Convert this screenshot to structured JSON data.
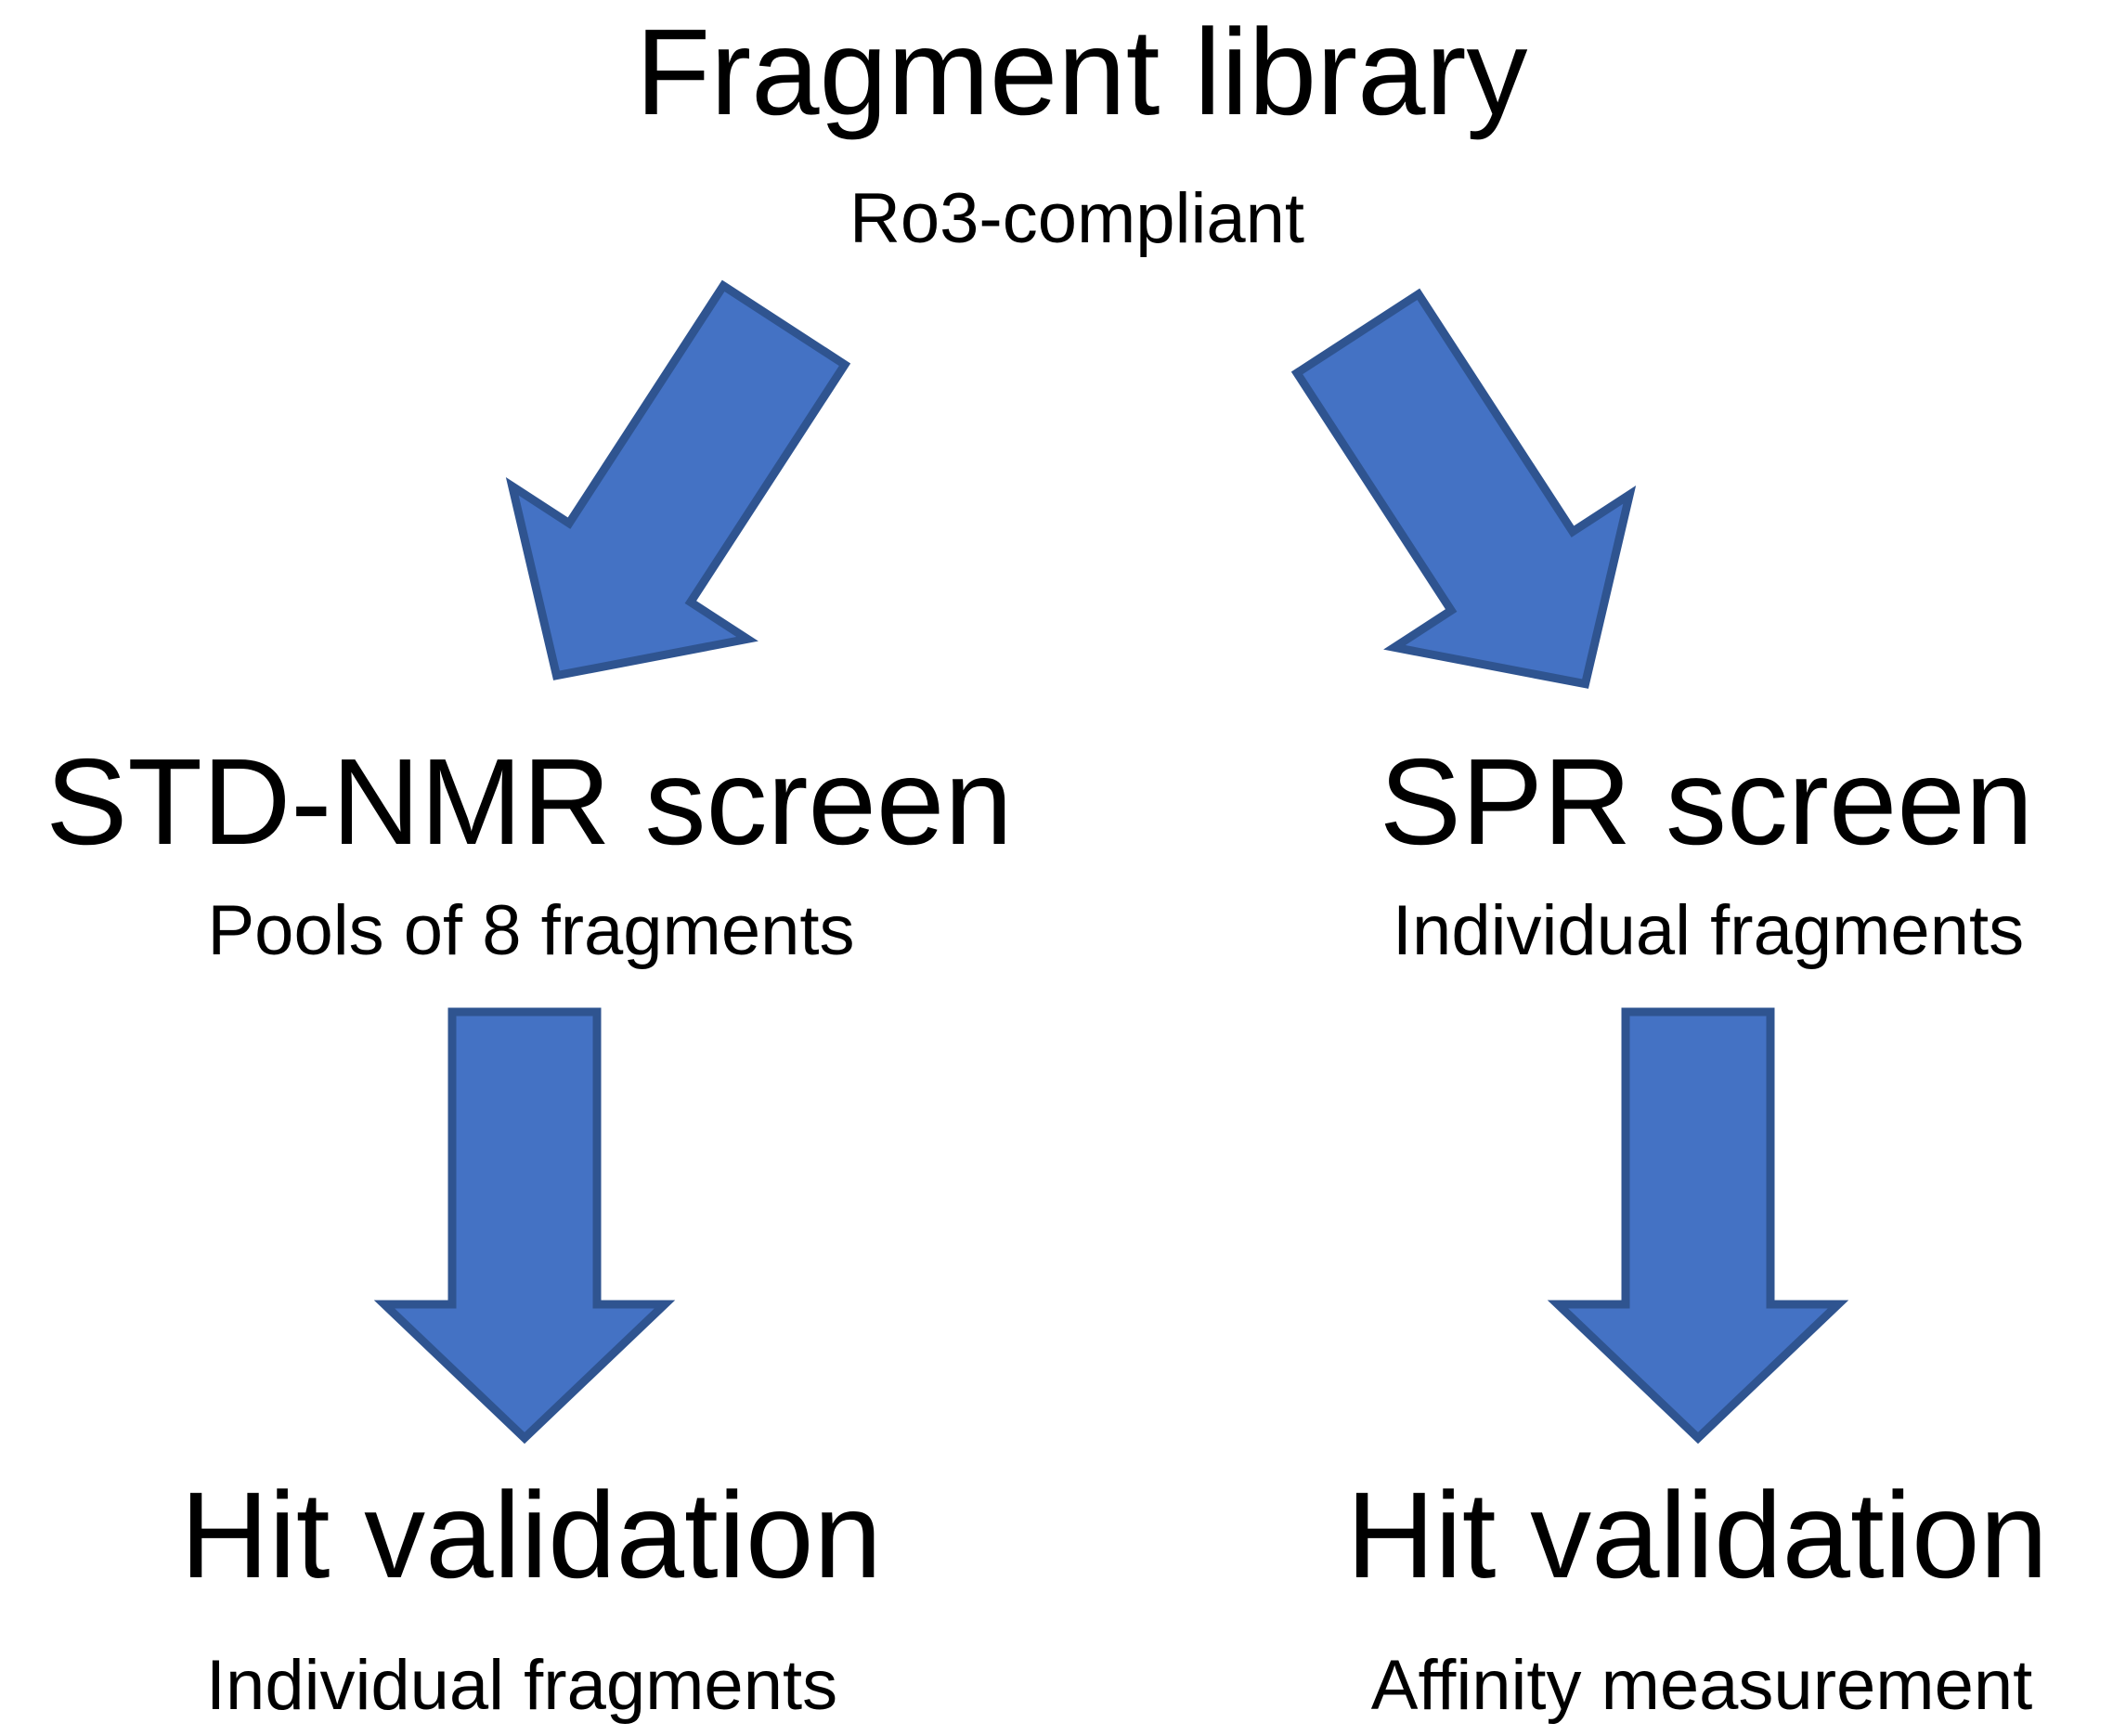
{
  "diagram": {
    "type": "flowchart",
    "root": {
      "title": "Fragment library",
      "subtitle": "Ro3-compliant"
    },
    "left_branch": {
      "screen_title": "STD-NMR screen",
      "screen_subtitle": "Pools of 8 fragments",
      "validation_title": "Hit validation",
      "validation_subtitle": "Individual fragments"
    },
    "right_branch": {
      "screen_title": "SPR screen",
      "screen_subtitle": "Individual fragments",
      "validation_title": "Hit validation",
      "validation_subtitle": "Affinity measurement"
    },
    "edges": [
      {
        "from": "Fragment library",
        "to": "STD-NMR screen"
      },
      {
        "from": "Fragment library",
        "to": "SPR screen"
      },
      {
        "from": "STD-NMR screen",
        "to": "Hit validation (Individual fragments)"
      },
      {
        "from": "SPR screen",
        "to": "Hit validation (Affinity measurement)"
      }
    ],
    "colors": {
      "arrow_fill": "#4472C4",
      "arrow_stroke": "#2F5490",
      "text": "#000000",
      "background": "#FFFFFF"
    }
  }
}
